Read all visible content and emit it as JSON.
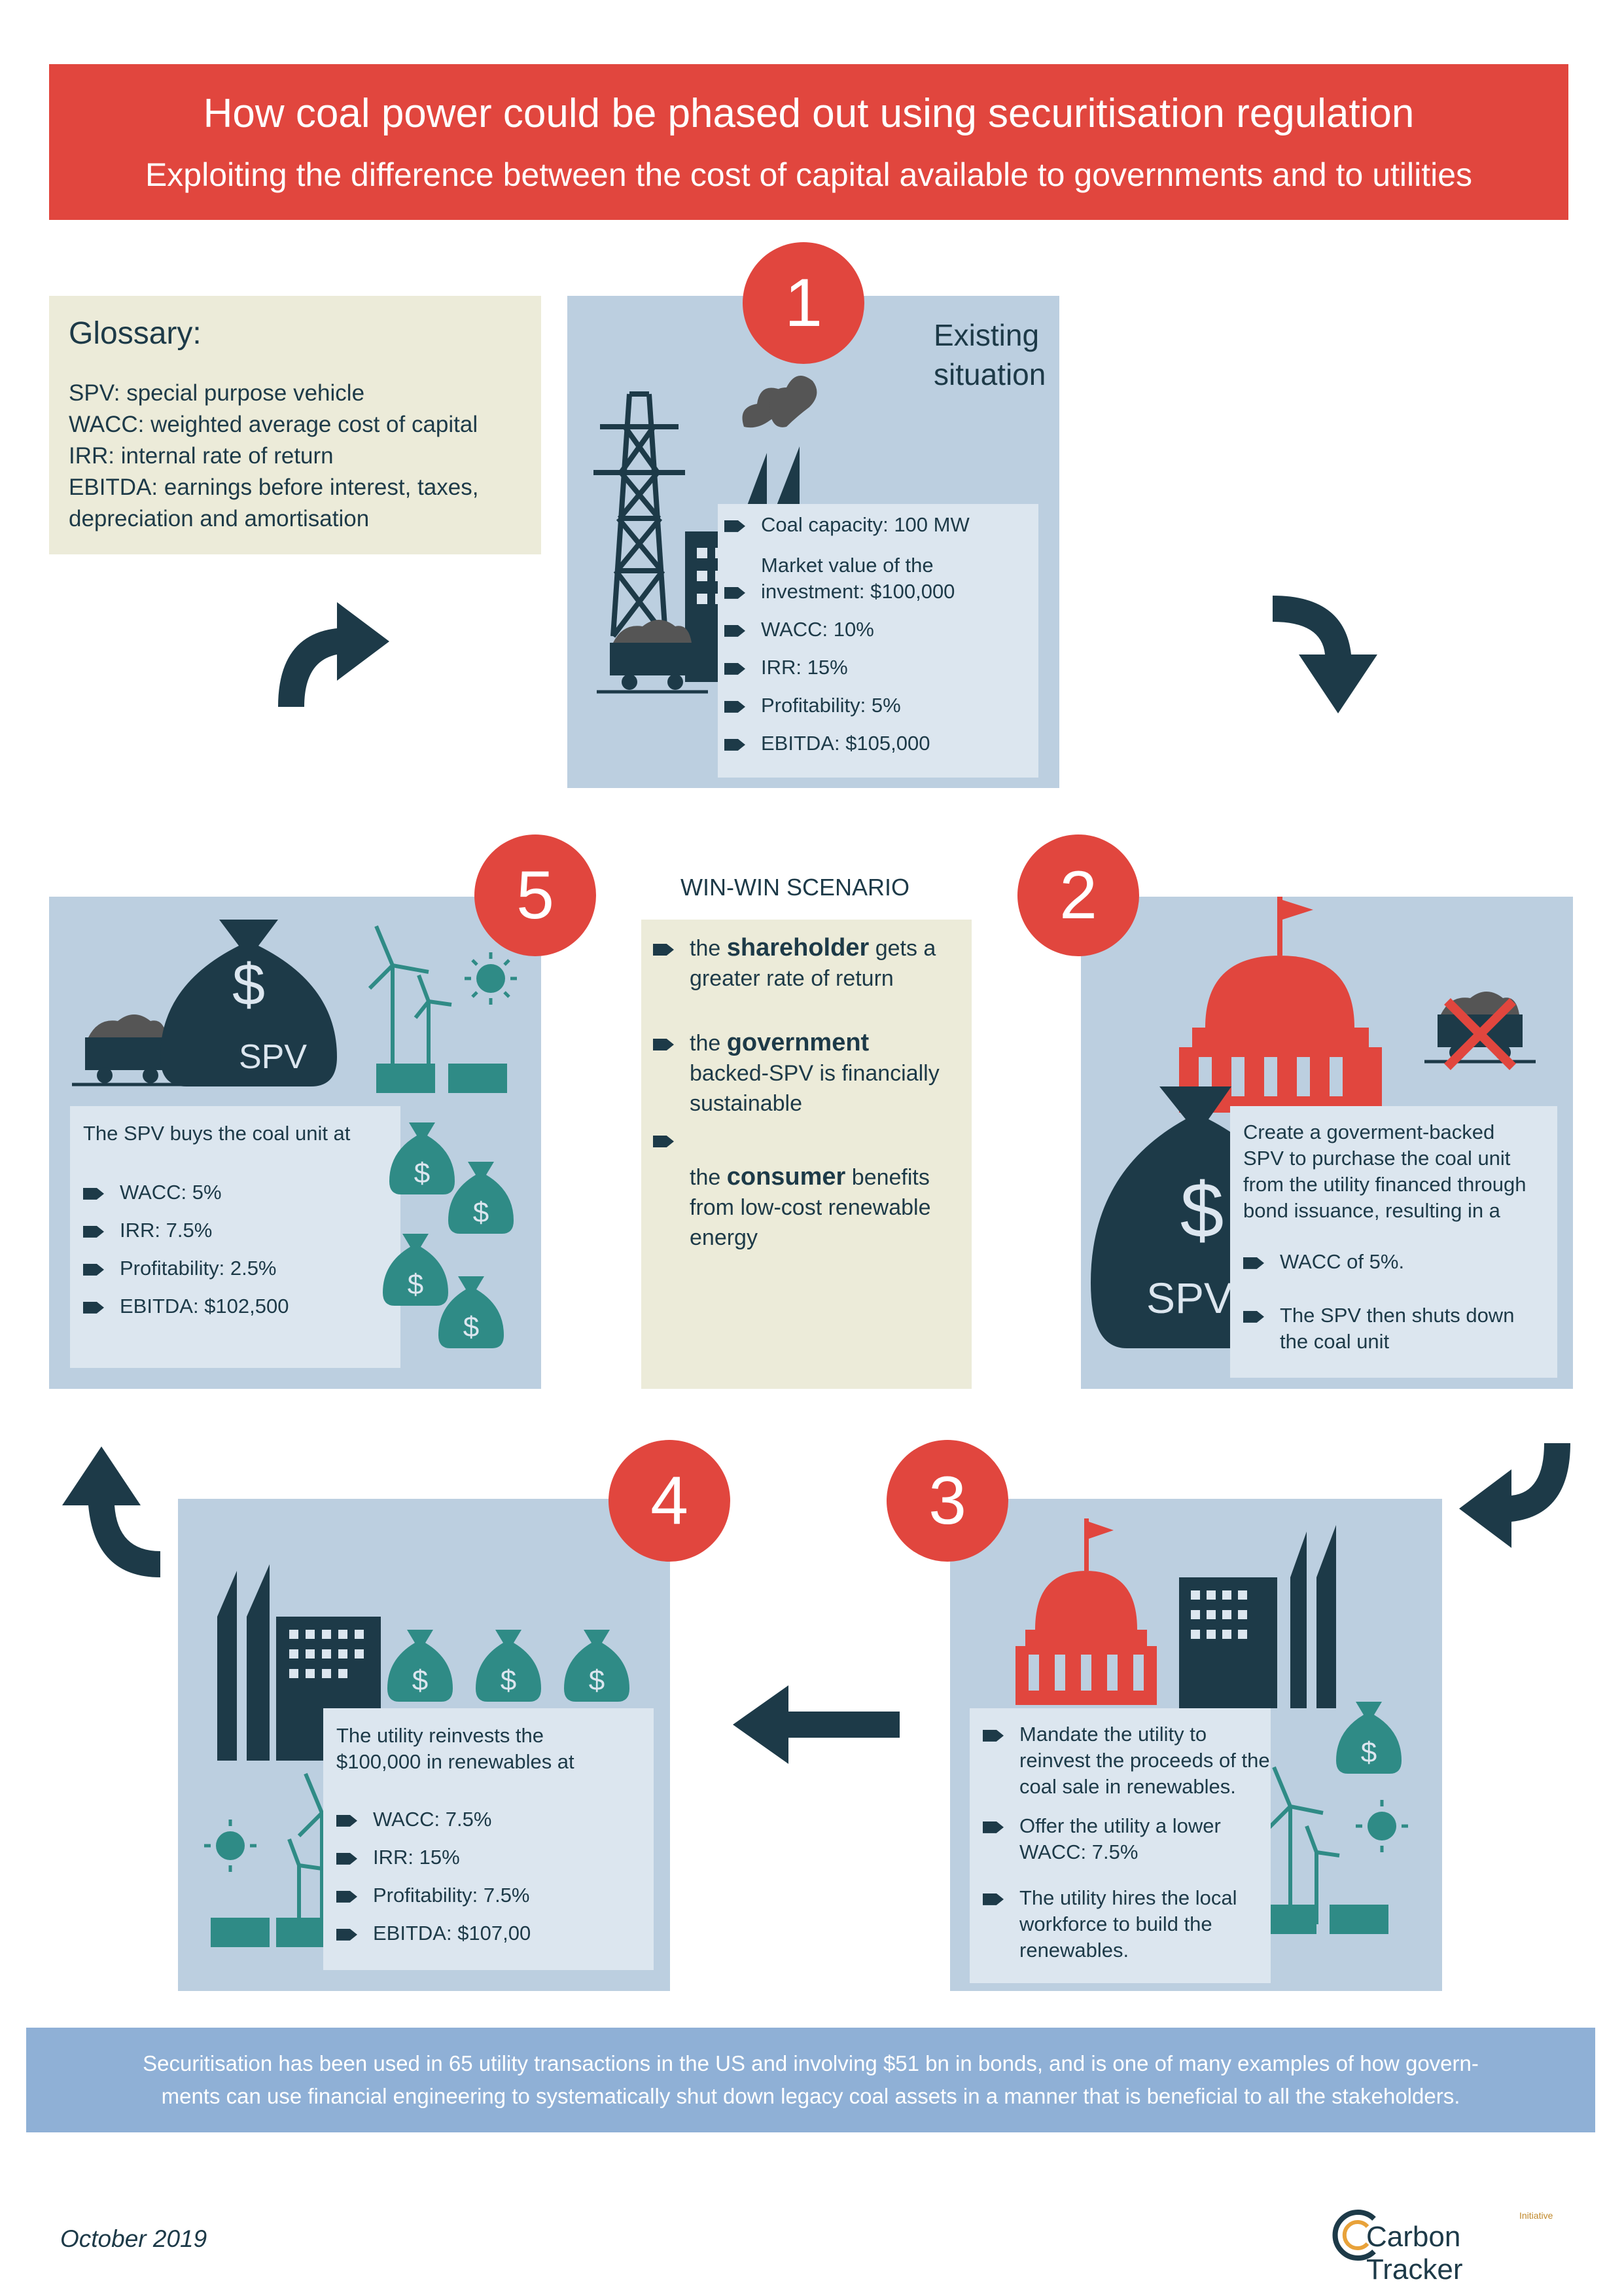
{
  "header": {
    "title": "How coal power could be phased out using securitisation regulation",
    "subtitle": "Exploiting the difference between the cost of capital available to governments and to utilities"
  },
  "glossary": {
    "title": "Glossary:",
    "items": [
      {
        "term": "SPV:",
        "def": "special purpose vehicle"
      },
      {
        "term": "WACC:",
        "def": "weighted average cost of capital"
      },
      {
        "term": "IRR:",
        "def": "internal rate of return"
      },
      {
        "term": "EBITDA:",
        "def": "earnings before interest, taxes,"
      },
      {
        "term": "",
        "def": "depreciation and amortisation"
      }
    ]
  },
  "step1": {
    "number": "1",
    "heading_line1": "Existing",
    "heading_line2": "situation",
    "bullets": [
      "Coal capacity: 100 MW",
      "Market value of the",
      "investment: $100,000",
      "WACC: 10%",
      "IRR: 15%",
      "Profitability: 5%",
      "EBITDA: $105,000"
    ]
  },
  "step2": {
    "number": "2",
    "text_lines": [
      "Create a goverment-backed",
      "SPV to purchase the coal unit",
      "from the utility financed through",
      "bond issuance, resulting in a"
    ],
    "bullets": [
      "WACC of 5%.",
      "The SPV then shuts down",
      "the coal unit"
    ],
    "bag_label": "SPV"
  },
  "step3": {
    "number": "3",
    "bullets": [
      "Mandate the utility to",
      "reinvest the proceeds of the",
      "coal sale in renewables.",
      "Offer the utility a lower",
      "WACC: 7.5%",
      "The utility hires the local",
      "workforce to build the",
      "renewables."
    ]
  },
  "step4": {
    "number": "4",
    "text_lines": [
      "The utility reinvests the",
      "$100,000 in renewables at"
    ],
    "bullets": [
      "WACC: 7.5%",
      "IRR: 15%",
      "Profitability: 7.5%",
      "EBITDA: $107,00"
    ]
  },
  "step5": {
    "number": "5",
    "text_lines": [
      "The SPV buys the coal unit at"
    ],
    "bullets": [
      "WACC: 5%",
      "IRR: 7.5%",
      "Profitability: 2.5%",
      "EBITDA: $102,500"
    ],
    "bag_label": "SPV"
  },
  "winwin": {
    "title": "WIN-WIN SCENARIO",
    "items": [
      {
        "bold": "shareholder",
        "pre": "the ",
        "post_line1": " gets a",
        "line2": "greater rate of return"
      },
      {
        "bold": "government",
        "pre": "the ",
        "post_line1": "",
        "line2": "backed-SPV is financially",
        "line3": "sustainable"
      },
      {
        "bold": "consumer",
        "pre": "the ",
        "post_line1": " benefits",
        "line2": "from low-cost renewable",
        "line3": "energy"
      }
    ]
  },
  "footer": {
    "line1": "Securitisation has been used in 65 utility transactions in the US and involving $51 bn in bonds, and is one of many examples of how govern-",
    "line2": "ments can use financial engineering to systematically shut down legacy coal assets in a manner that is beneficial to all the stakeholders."
  },
  "date": "October 2019",
  "logo": {
    "name": "Carbon Tracker",
    "tag": "Initiative"
  },
  "colors": {
    "red": "#e1463e",
    "navy": "#1d3a48",
    "teal": "#2f8b86",
    "panel": "#bccfe0",
    "card": "#dce6ef",
    "cream": "#ecebd9",
    "footer": "#8fb0d6"
  }
}
